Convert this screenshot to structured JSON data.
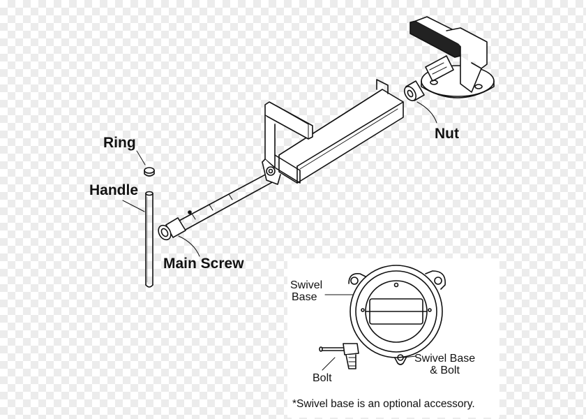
{
  "labels": {
    "ring": "Ring",
    "handle": "Handle",
    "main_screw": "Main Screw",
    "nut": "Nut",
    "swivel_base_line1": "Swivel",
    "swivel_base_line2": "Base",
    "bolt": "Bolt",
    "swivel_base_bolt_line1": "Swivel Base",
    "swivel_base_bolt_line2": "& Bolt"
  },
  "footnote": "*Swivel base is an optional accessory.",
  "colors": {
    "ink": "#111111",
    "background": "#ffffff",
    "checker": "#ececec"
  }
}
